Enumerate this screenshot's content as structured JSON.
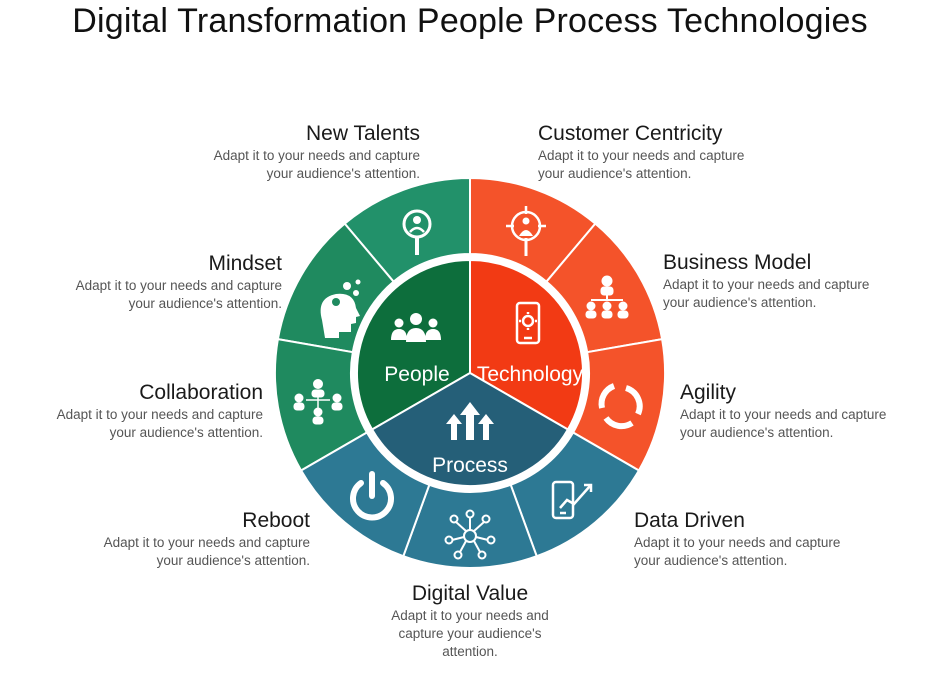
{
  "title": "Digital Transformation People Process Technologies",
  "colors": {
    "people_dark": "#0d6e3c",
    "people_mid": "#1f8a5f",
    "people_light": "#22916a",
    "tech_dark": "#f23a14",
    "tech_light": "#f4532a",
    "process_dark": "#255f78",
    "process_light": "#2d7994"
  },
  "center": {
    "people": "People",
    "technology": "Technology",
    "process": "Process"
  },
  "segments": [
    {
      "id": "new-talents",
      "title": "New Talents",
      "desc1": "Adapt it to your needs and capture",
      "desc2": "your audience's attention.",
      "desc3": "",
      "icon": "person-magnifier-icon"
    },
    {
      "id": "customer-centricity",
      "title": "Customer Centricity",
      "desc1": "Adapt it to your needs and capture",
      "desc2": "your audience's attention.",
      "desc3": "",
      "icon": "target-person-icon"
    },
    {
      "id": "business-model",
      "title": "Business Model",
      "desc1": "Adapt it to your needs and capture",
      "desc2": "your audience's attention.",
      "desc3": "",
      "icon": "org-chart-icon"
    },
    {
      "id": "agility",
      "title": "Agility",
      "desc1": "Adapt it to your needs and capture",
      "desc2": "your audience's attention.",
      "desc3": "",
      "icon": "cycle-arrows-icon"
    },
    {
      "id": "data-driven",
      "title": "Data Driven",
      "desc1": "Adapt it to your needs and capture",
      "desc2": "your audience's attention.",
      "desc3": "",
      "icon": "mobile-growth-icon"
    },
    {
      "id": "digital-value",
      "title": "Digital Value",
      "desc1": "Adapt it to your needs and",
      "desc2": "capture your audience's",
      "desc3": "attention.",
      "icon": "network-nodes-icon"
    },
    {
      "id": "reboot",
      "title": "Reboot",
      "desc1": "Adapt it to your needs and capture",
      "desc2": "your audience's attention.",
      "desc3": "",
      "icon": "power-icon"
    },
    {
      "id": "collaboration",
      "title": "Collaboration",
      "desc1": "Adapt it to your needs and capture",
      "desc2": "your audience's attention.",
      "desc3": "",
      "icon": "team-network-icon"
    },
    {
      "id": "mindset",
      "title": "Mindset",
      "desc1": "Adapt it to your needs and capture",
      "desc2": "your audience's attention.",
      "desc3": "",
      "icon": "head-gears-icon"
    }
  ]
}
